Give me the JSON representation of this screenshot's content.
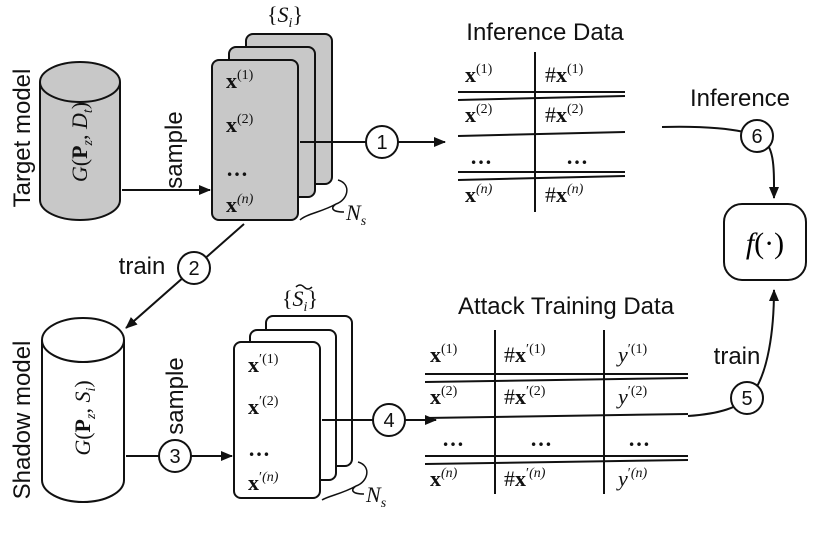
{
  "colors": {
    "stroke": "#111111",
    "target_fill": "#c8c8c8",
    "shadow_fill": "#ffffff",
    "background": "#ffffff"
  },
  "target": {
    "side_label": "Target model",
    "model": "G(P_z, D_t)",
    "sample_label": "sample",
    "set_label": "{S_i}",
    "stack_items": [
      "x^(1)",
      "x^(2)",
      "…",
      "x^(n)"
    ],
    "count_label": "N_s"
  },
  "shadow": {
    "side_label": "Shadow model",
    "model": "G(P_z, S_i)",
    "sample_label": "sample",
    "set_label": "{S̃_i}",
    "stack_items": [
      "x'^(1)",
      "x'^(2)",
      "…",
      "x'^(n)"
    ],
    "count_label": "N_s"
  },
  "train_label": "train",
  "inference_label": "Inference",
  "function_label": "f(·)",
  "steps": [
    "1",
    "2",
    "3",
    "4",
    "5",
    "6"
  ],
  "inference_table": {
    "title": "Inference Data",
    "rows": [
      [
        "x^(1)",
        "#x^(1)"
      ],
      [
        "x^(2)",
        "#x^(2)"
      ],
      [
        "…",
        "…"
      ],
      [
        "x^(n)",
        "#x^(n)"
      ]
    ]
  },
  "attack_table": {
    "title": "Attack Training Data",
    "rows": [
      [
        "x^(1)",
        "#x'^(1)",
        "y'^(1)"
      ],
      [
        "x^(2)",
        "#x'^(2)",
        "y'^(2)"
      ],
      [
        "…",
        "…",
        "…"
      ],
      [
        "x^(n)",
        "#x'^(n)",
        "y'^(n)"
      ]
    ]
  }
}
